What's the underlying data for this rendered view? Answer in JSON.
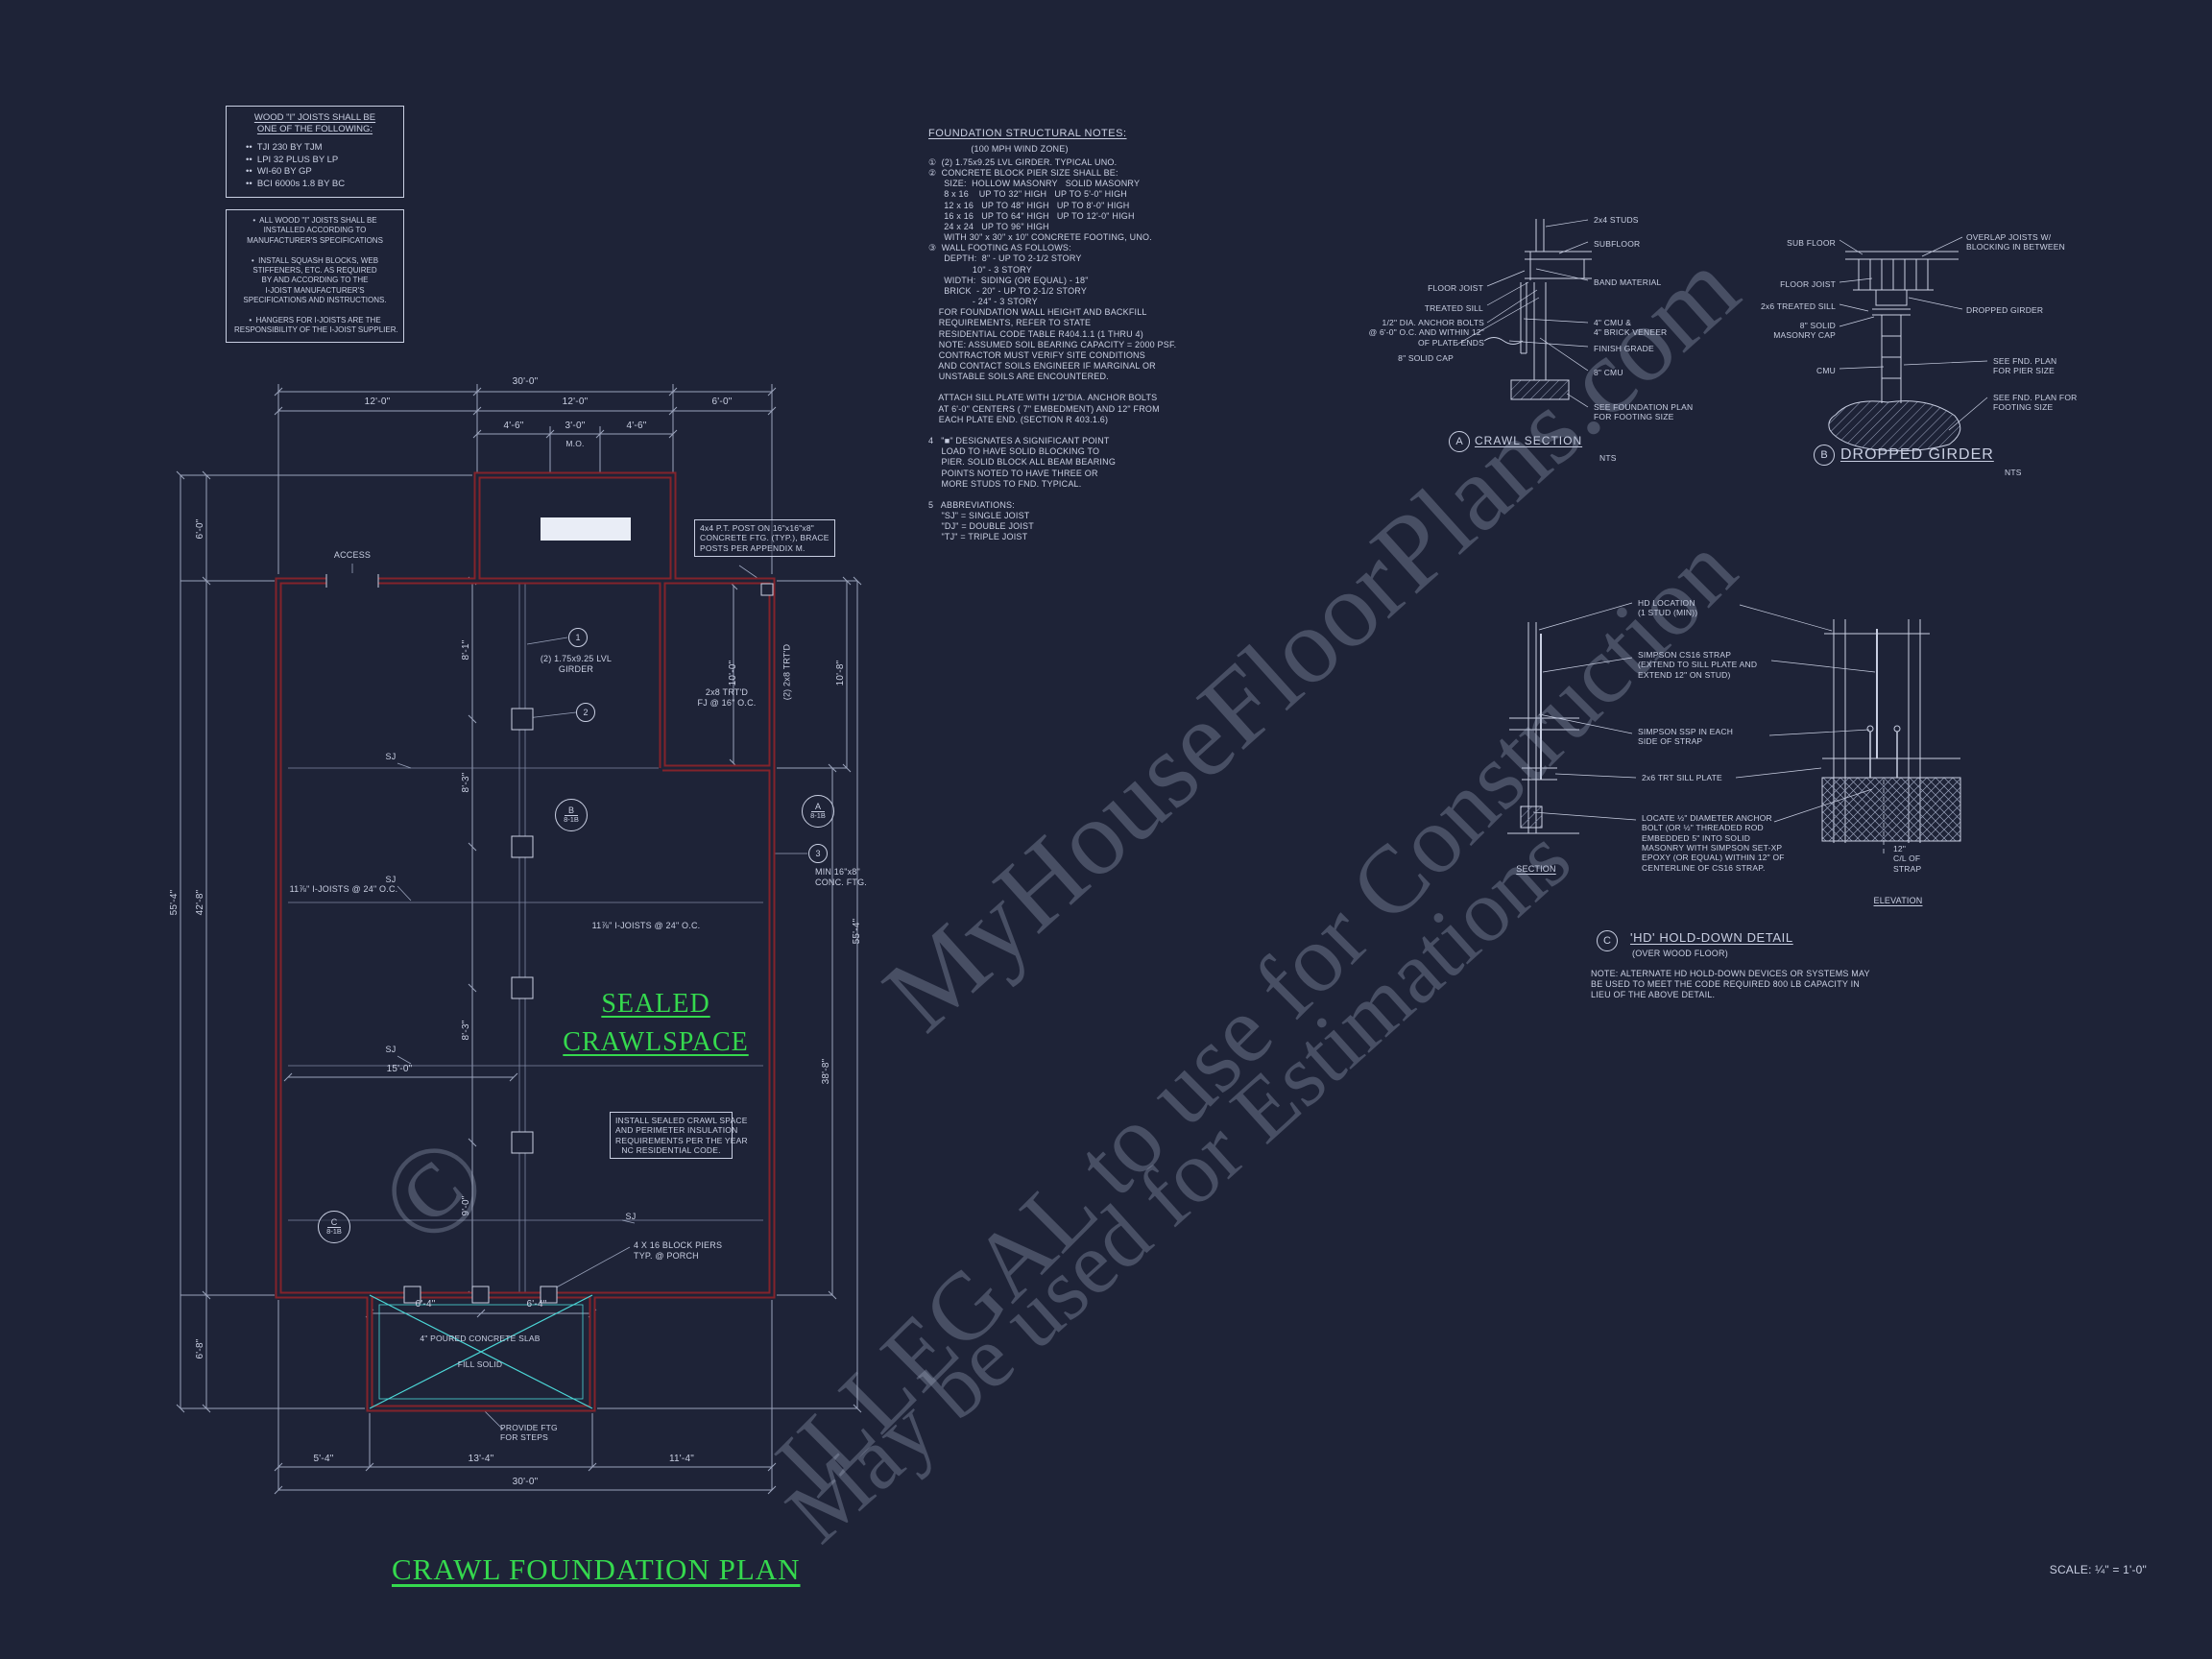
{
  "colors": {
    "background": "#1e2337",
    "line": "#c9cfe2",
    "wall": "#83232b",
    "accent_green": "#35d94e",
    "accent_cyan": "#4cd7d7",
    "watermark": "rgba(172,182,206,0.30)"
  },
  "watermark": {
    "copyright": "©",
    "line1": "MyHouseFloorPlans.com",
    "line2": "ILLEGAL to use for Construction",
    "line3": "May be used for Estimations"
  },
  "titles": {
    "plan_title": "CRAWL FOUNDATION PLAN",
    "scale": "SCALE: ¼\" = 1'-0\""
  },
  "joist_box": {
    "heading": "WOOD \"I\" JOISTS SHALL BE\nONE OF THE FOLLOWING:",
    "list": "••  TJI 230 BY TJM\n••  LPI 32 PLUS BY LP\n••  WI-60 BY GP\n••  BCI 6000s 1.8 BY BC",
    "notes": "•  ALL WOOD \"I\" JOISTS SHALL BE\nINSTALLED ACCORDING TO\nMANUFACTURER'S SPECIFICATIONS\n\n•  INSTALL SQUASH BLOCKS, WEB\nSTIFFENERS, ETC. AS REQUIRED\nBY AND ACCORDING TO THE\nI-JOIST MANUFACTURER'S\nSPECIFICATIONS AND INSTRUCTIONS.\n\n•  HANGERS FOR I-JOISTS ARE THE\nRESPONSIBILITY OF THE I-JOIST SUPPLIER."
  },
  "structural_notes": {
    "title": "FOUNDATION STRUCTURAL NOTES:",
    "subtitle": "(100 MPH WIND ZONE)",
    "body": "①  (2) 1.75x9.25 LVL GIRDER. TYPICAL UNO.\n②  CONCRETE BLOCK PIER SIZE SHALL BE:\n      SIZE:  HOLLOW MASONRY   SOLID MASONRY\n      8 x 16    UP TO 32\" HIGH   UP TO 5'-0\" HIGH\n      12 x 16   UP TO 48\" HIGH   UP TO 8'-0\" HIGH\n      16 x 16   UP TO 64\" HIGH   UP TO 12'-0\" HIGH\n      24 x 24   UP TO 96\" HIGH\n      WITH 30\" x 30\" x 10\" CONCRETE FOOTING, UNO.\n③  WALL FOOTING AS FOLLOWS:\n      DEPTH:  8\" - UP TO 2-1/2 STORY\n                 10\" - 3 STORY\n      WIDTH:  SIDING (OR EQUAL) - 18\"\n      BRICK  - 20\" - UP TO 2-1/2 STORY\n                 - 24\" - 3 STORY\n    FOR FOUNDATION WALL HEIGHT AND BACKFILL\n    REQUIREMENTS, REFER TO STATE\n    RESIDENTIAL CODE TABLE R404.1.1 (1 THRU 4)\n    NOTE: ASSUMED SOIL BEARING CAPACITY = 2000 PSF.\n    CONTRACTOR MUST VERIFY SITE CONDITIONS\n    AND CONTACT SOILS ENGINEER IF MARGINAL OR\n    UNSTABLE SOILS ARE ENCOUNTERED.\n\n    ATTACH SILL PLATE WITH 1/2\"DIA. ANCHOR BOLTS\n    AT 6'-0\" CENTERS ( 7\" EMBEDMENT) AND 12\" FROM\n    EACH PLATE END. (SECTION R 403.1.6)\n\n4   \"■\" DESIGNATES A SIGNIFICANT POINT\n     LOAD TO HAVE SOLID BLOCKING TO\n     PIER. SOLID BLOCK ALL BEAM BEARING\n     POINTS NOTED TO HAVE THREE OR\n     MORE STUDS TO FND. TYPICAL.\n\n5   ABBREVIATIONS:\n     \"SJ\" = SINGLE JOIST\n     \"DJ\" = DOUBLE JOIST\n     \"TJ\" = TRIPLE JOIST"
  },
  "plan": {
    "dims": {
      "d30": "30'-0\"",
      "d12": "12'-0\"",
      "d6": "6'-0\"",
      "d4_6": "4'-6\"",
      "d3_0": "3'-0\"",
      "mo": "M.O.",
      "d42_8": "42'-8\"",
      "d55_4": "55'-4\"",
      "d6_8": "6'-8\"",
      "d10_8": "10'-8\"",
      "d10_0": "10'-0\"",
      "d38_8": "38'-8\"",
      "d8_1": "8'-1\"",
      "d8_3": "8'-3\"",
      "d9_0": "9'-0\"",
      "d15_0": "15'-0\"",
      "d6_4": "6'-4\"",
      "d5_4": "5'-4\"",
      "d13_4": "13'-4\"",
      "d11_4": "11'-4\""
    },
    "labels": {
      "access": "ACCESS",
      "post_note": "4x4 P.T. POST ON 16\"x16\"x8\"\nCONCRETE FTG. (TYP.), BRACE\nPOSTS PER APPENDIX M.",
      "girder_note": "(2) 1.75x9.25 LVL\nGIRDER",
      "fj_note": "2x8 TRT'D\nFJ @ 16\" O.C.",
      "trtd": "(2) 2x8 TRT'D",
      "sj": "SJ",
      "min_ftg": "MIN 16\"x8\"\nCONC. FTG.",
      "joists": "11⅞\" I-JOISTS @ 24\" O.C.",
      "sealed_1": "SEALED",
      "sealed_2": "CRAWLSPACE",
      "insul_note": "INSTALL SEALED CRAWL SPACE\nAND PERIMETER INSULATION\nREQUIREMENTS PER THE YEAR\nNC RESIDENTIAL CODE.",
      "piers": "4 X 16 BLOCK PIERS\nTYP. @ PORCH",
      "slab": "4\" POURED CONCRETE SLAB",
      "fill": "FILL SOLID",
      "steps": "PROVIDE FTG\nFOR STEPS"
    },
    "markers": {
      "one": "1",
      "two": "2",
      "three": "3",
      "a": "A",
      "b": "B",
      "c": "C",
      "ref": "8-1B"
    }
  },
  "crawl_section": {
    "tag": "A",
    "title": "CRAWL SECTION",
    "nts": "NTS",
    "labels": {
      "studs": "2x4 STUDS",
      "subfloor": "SUBFLOOR",
      "floor_joist": "FLOOR JOIST",
      "band": "BAND MATERIAL",
      "sill": "TREATED SILL",
      "anchor": "1/2\" DIA. ANCHOR BOLTS\n@ 6'-0\" O.C. AND WITHIN 12\"\nOF PLATE ENDS",
      "cap": "8\" SOLID CAP",
      "veneer": "4\" CMU &\n4\" BRICK VENEER",
      "grade": "FINISH GRADE",
      "cmu": "8\" CMU",
      "footing": "SEE FOUNDATION PLAN\nFOR FOOTING SIZE"
    }
  },
  "dropped_girder": {
    "tag": "B",
    "title": "DROPPED GIRDER",
    "nts": "NTS",
    "labels": {
      "subfloor": "SUB FLOOR",
      "overlap": "OVERLAP JOISTS W/\nBLOCKING IN BETWEEN",
      "floor_joist": "FLOOR JOIST",
      "sill": "2x6 TREATED SILL",
      "girder": "DROPPED GIRDER",
      "cap": "8\" SOLID\nMASONRY CAP",
      "cmu": "CMU",
      "pier_size": "SEE FND. PLAN\nFOR PIER SIZE",
      "footing_size": "SEE FND. PLAN FOR\nFOOTING SIZE"
    }
  },
  "hd_detail": {
    "tag": "C",
    "title": "'HD' HOLD-DOWN DETAIL",
    "sub": "(OVER WOOD FLOOR)",
    "note": "NOTE: ALTERNATE HD HOLD-DOWN DEVICES OR SYSTEMS MAY\nBE USED TO MEET THE CODE REQUIRED 800 LB CAPACITY IN\nLIEU OF THE ABOVE DETAIL.",
    "labels": {
      "hd_location": "HD LOCATION\n(1 STUD (MIN))",
      "strap": "SIMPSON CS16 STRAP\n(EXTEND TO SILL PLATE AND\nEXTEND 12\" ON STUD)",
      "ssp": "SIMPSON SSP IN EACH\nSIDE OF STRAP",
      "sill": "2x6 TRT SILL PLATE",
      "anchor": "LOCATE ½\" DIAMETER ANCHOR\nBOLT (OR ½\" THREADED ROD\nEMBEDDED 5\" INTO SOLID\nMASONRY WITH SIMPSON SET-XP\nEPOXY (OR EQUAL) WITHIN 12\" OF\nCENTERLINE OF CS16 STRAP.",
      "section": "SECTION",
      "elevation": "ELEVATION",
      "strap_cl": "12\"\nC/L OF\nSTRAP"
    }
  }
}
